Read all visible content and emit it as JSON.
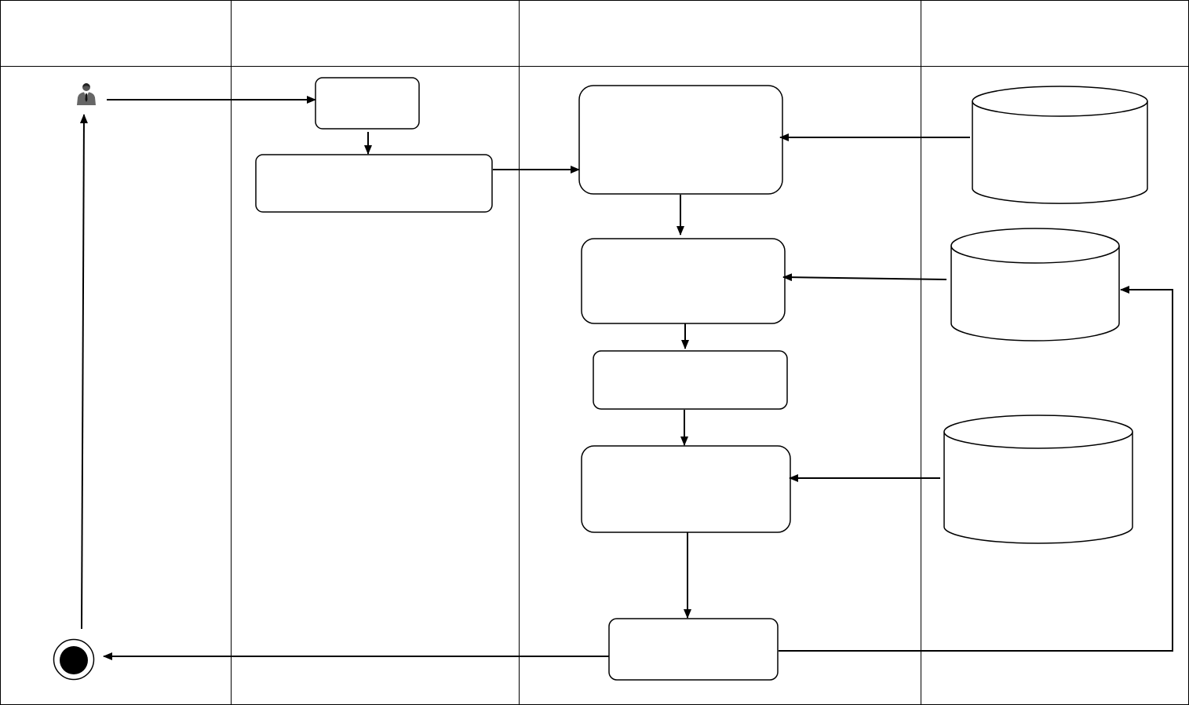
{
  "diagram": {
    "type": "swimlane-activity-diagram",
    "colors": {
      "stroke": "#000000",
      "background": "#ffffff",
      "end_fill": "#000000"
    },
    "lanes": [
      {
        "id": "lane-1",
        "title": ""
      },
      {
        "id": "lane-2",
        "title": ""
      },
      {
        "id": "lane-3",
        "title": ""
      },
      {
        "id": "lane-4",
        "title": ""
      }
    ],
    "nodes": {
      "actor": {
        "icon": "user-icon",
        "label": ""
      },
      "start_box": {
        "label": ""
      },
      "input_box": {
        "label": ""
      },
      "process_box_1": {
        "label": ""
      },
      "process_box_2": {
        "label": ""
      },
      "process_box_3": {
        "label": ""
      },
      "process_box_4": {
        "label": ""
      },
      "output_box": {
        "label": ""
      },
      "database_1": {
        "label": ""
      },
      "database_2": {
        "label": ""
      },
      "database_3": {
        "label": ""
      },
      "end_node": {
        "icon": "end-state-icon"
      }
    }
  }
}
